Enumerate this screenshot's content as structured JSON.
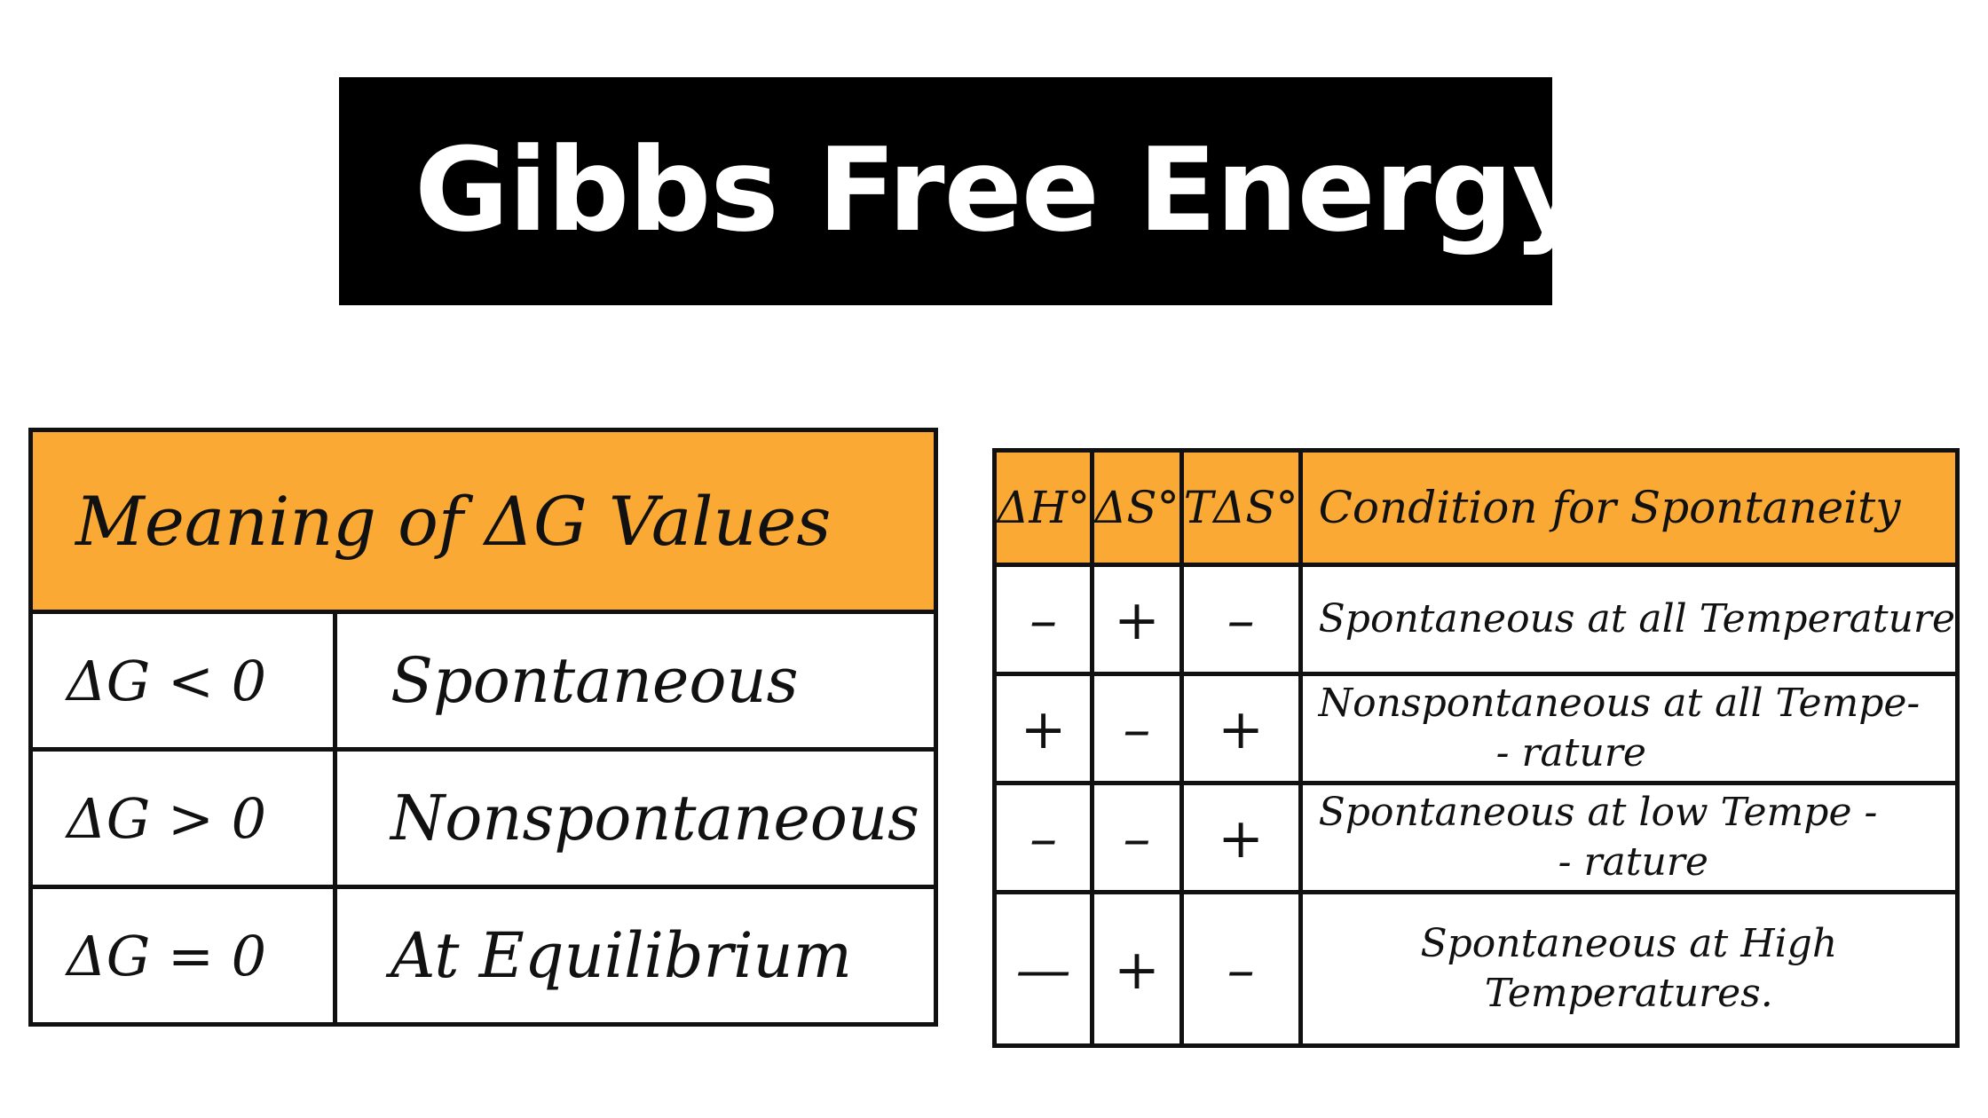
{
  "title": "Gibbs Free Energy",
  "left_table": {
    "header": "Meaning of ΔG Values",
    "rows": [
      {
        "condition": "ΔG < 0",
        "meaning": "Spontaneous"
      },
      {
        "condition": "ΔG > 0",
        "meaning": "Nonspontaneous"
      },
      {
        "condition": "ΔG = 0",
        "meaning": "At Equilibrium"
      }
    ]
  },
  "right_table": {
    "headers": [
      "ΔH°",
      "ΔS°",
      "TΔS°",
      "Condition for Spontaneity"
    ],
    "rows": [
      {
        "dh": "–",
        "ds": "+",
        "tds": "–",
        "condition": "Spontaneous at all Temperature"
      },
      {
        "dh": "+",
        "ds": "–",
        "tds": "+",
        "condition": "Nonspontaneous at all Tempe-",
        "condition_cont": "- rature"
      },
      {
        "dh": "–",
        "ds": "–",
        "tds": "+",
        "condition": "Spontaneous at low Tempe -",
        "condition_cont": "- rature"
      },
      {
        "dh": "—",
        "ds": "+",
        "tds": "–",
        "condition": "Spontaneous at High",
        "condition_cont": "Temperatures."
      }
    ]
  },
  "colors": {
    "header_fill": "#f9a934",
    "banner": "#000000",
    "ink": "#111111"
  }
}
